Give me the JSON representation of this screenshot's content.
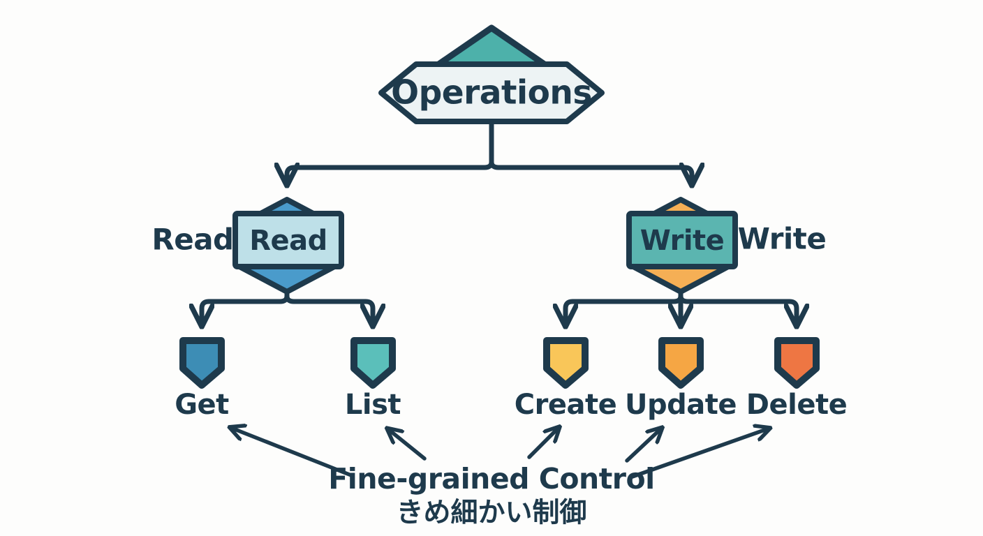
{
  "diagram": {
    "title": "Operations hierarchy",
    "background_color": "#fdfdfc",
    "stroke_color": "#1e3a4c",
    "root": {
      "label": "Operations",
      "shape": "hexagon-with-roof",
      "fill": "#edf3f4",
      "roof_fill": "#4db1aa"
    },
    "branches": [
      {
        "id": "read",
        "label": "Read",
        "side_label": "Read",
        "side_label_position": "left",
        "hex_fill": "#4a9bcb",
        "plate_fill": "#bee0e8",
        "text_color": "#1e3a4c"
      },
      {
        "id": "write",
        "label": "Write",
        "side_label": "Write",
        "side_label_position": "right",
        "hex_fill": "#f5af55",
        "plate_fill": "#5bb5b0",
        "text_color": "#1e3a4c"
      }
    ],
    "leaves": [
      {
        "id": "get",
        "label": "Get",
        "parent": "read",
        "fill": "#3d8db5",
        "shape": "shield"
      },
      {
        "id": "list",
        "label": "List",
        "parent": "read",
        "fill": "#5bbfba",
        "shape": "shield"
      },
      {
        "id": "create",
        "label": "Create",
        "parent": "write",
        "fill": "#f9c659",
        "shape": "shield"
      },
      {
        "id": "update",
        "label": "Update",
        "parent": "write",
        "fill": "#f5a644",
        "shape": "shield"
      },
      {
        "id": "delete",
        "label": "Delete",
        "parent": "write",
        "fill": "#ee7643",
        "shape": "shield"
      }
    ],
    "caption": {
      "line1": "Fine-grained Control",
      "line2": "きめ細かい制御",
      "points_to": [
        "get",
        "list",
        "create",
        "update",
        "delete"
      ]
    }
  }
}
